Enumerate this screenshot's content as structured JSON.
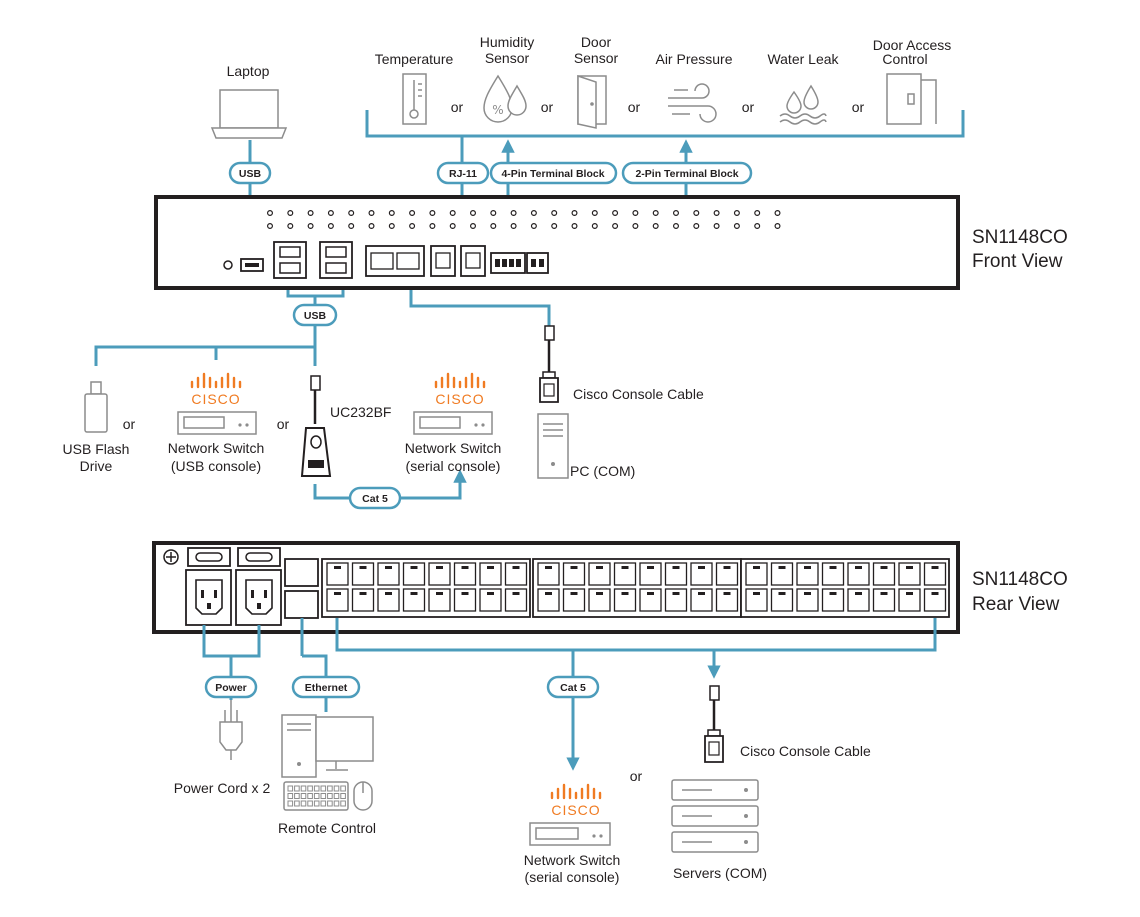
{
  "device": {
    "front_view_title": "SN1148CO",
    "front_view_subtitle": "Front View",
    "rear_view_title": "SN1148CO",
    "rear_view_subtitle": "Rear View"
  },
  "sensors": {
    "temperature": "Temperature",
    "humidity_line1": "Humidity",
    "humidity_line2": "Sensor",
    "door_line1": "Door",
    "door_line2": "Sensor",
    "air_pressure": "Air Pressure",
    "water_leak": "Water Leak",
    "door_access_line1": "Door Access",
    "door_access_line2": "Control",
    "or": "or"
  },
  "connectors": {
    "usb_top": "USB",
    "rj11": "RJ-11",
    "terminal_4pin": "4-Pin Terminal Block",
    "terminal_2pin": "2-Pin Terminal Block",
    "usb_bottom": "USB",
    "cat5_front": "Cat 5",
    "power": "Power",
    "ethernet": "Ethernet",
    "cat5_rear": "Cat 5"
  },
  "devices": {
    "laptop": "Laptop",
    "usb_flash_line1": "USB Flash",
    "usb_flash_line2": "Drive",
    "cisco_logo": "CISCO",
    "switch_usb_line1": "Network Switch",
    "switch_usb_line2": "(USB console)",
    "uc232bf": "UC232BF",
    "switch_serial_line1": "Network Switch",
    "switch_serial_line2": "(serial console)",
    "cisco_cable_front": "Cisco Console Cable",
    "pc_com": "PC (COM)",
    "power_cord": "Power Cord x 2",
    "remote_control": "Remote Control",
    "switch_rear_line1": "Network Switch",
    "switch_rear_line2": "(serial console)",
    "cisco_cable_rear": "Cisco Console Cable",
    "servers_com": "Servers (COM)",
    "or": "or"
  },
  "colors": {
    "cable": "#4c9cbb",
    "cisco_orange": "#f07b22",
    "device_outline": "#231f20",
    "icon_gray": "#8c8c8c"
  }
}
